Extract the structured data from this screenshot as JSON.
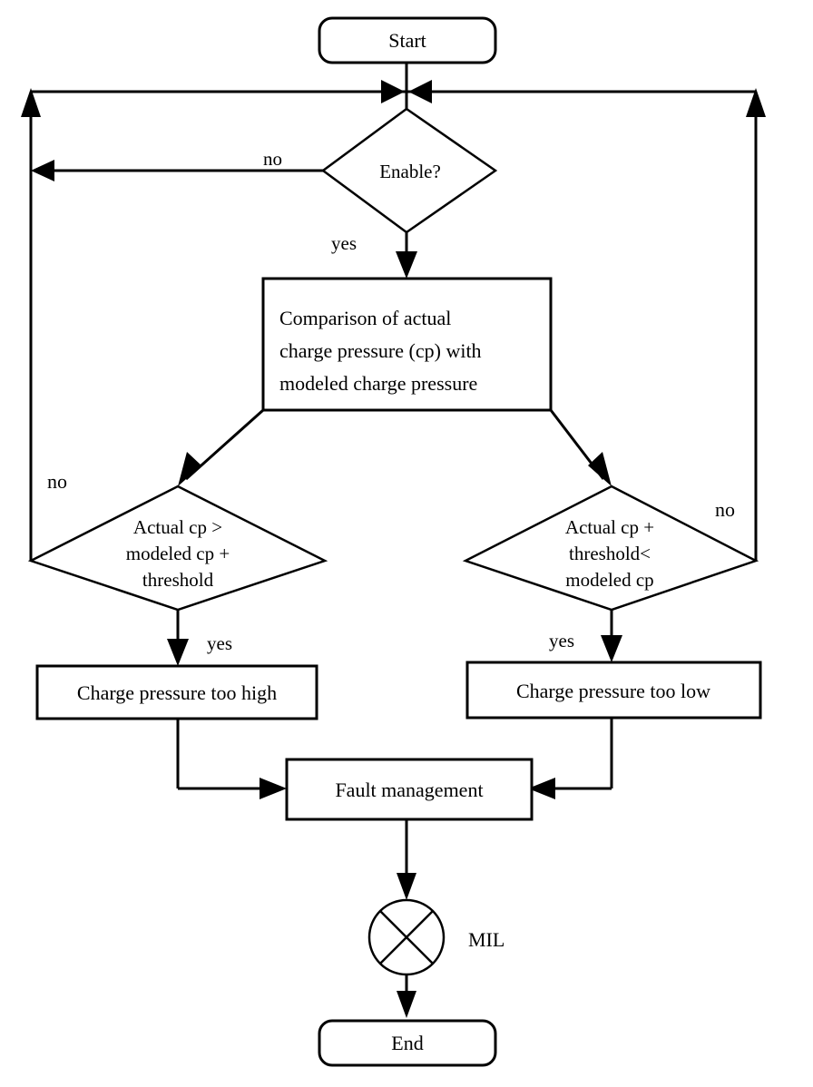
{
  "diagram": {
    "title": "Charge pressure monitoring flowchart",
    "background_color": "#ffffff",
    "line_color": "#000000"
  },
  "nodes": {
    "start": {
      "label": "Start",
      "shape": "rounded-terminator"
    },
    "enable_decision": {
      "label": "Enable?",
      "shape": "diamond"
    },
    "comparison": {
      "line1": "Comparison of actual",
      "line2": "charge pressure (cp) with",
      "line3": "modeled charge pressure",
      "shape": "rectangle"
    },
    "high_decision": {
      "line1": "Actual cp >",
      "line2": "modeled cp +",
      "line3": "threshold",
      "shape": "diamond"
    },
    "low_decision": {
      "line1": "Actual cp +",
      "line2": "threshold<",
      "line3": "modeled cp",
      "shape": "diamond"
    },
    "too_high": {
      "label": "Charge pressure too high",
      "shape": "rectangle"
    },
    "too_low": {
      "label": "Charge pressure too low",
      "shape": "rectangle"
    },
    "fault_management": {
      "label": "Fault management",
      "shape": "rectangle"
    },
    "mil": {
      "label": "MIL",
      "shape": "circle-with-cross"
    },
    "end": {
      "label": "End",
      "shape": "rounded-terminator"
    }
  },
  "edge_labels": {
    "enable_no": "no",
    "enable_yes": "yes",
    "high_no": "no",
    "high_yes": "yes",
    "low_no": "no",
    "low_yes": "yes"
  }
}
